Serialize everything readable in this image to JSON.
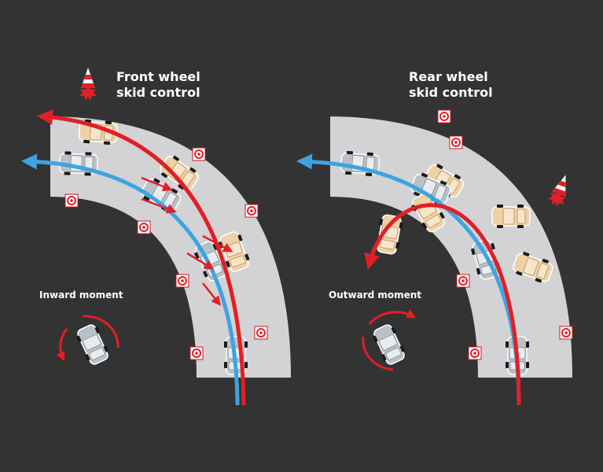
{
  "colors": {
    "background": "#333333",
    "road": "#d3d3d5",
    "arrow_red": "#e21f26",
    "arrow_blue": "#3ea3e2",
    "car_tan": "#efd1a6",
    "car_gray": "#b9c1c7"
  },
  "left_panel": {
    "title_line1": "Front wheel",
    "title_line2": "skid control",
    "moment_label": "Inward moment",
    "icons": [
      "traffic-cone-icon",
      "cone-marker-icon",
      "car-icon",
      "rotation-arrow-icon"
    ]
  },
  "right_panel": {
    "title_line1": "Rear wheel",
    "title_line2": "skid control",
    "moment_label": "Outward moment",
    "icons": [
      "traffic-cone-icon",
      "cone-marker-icon",
      "car-icon",
      "rotation-arrow-icon"
    ]
  }
}
